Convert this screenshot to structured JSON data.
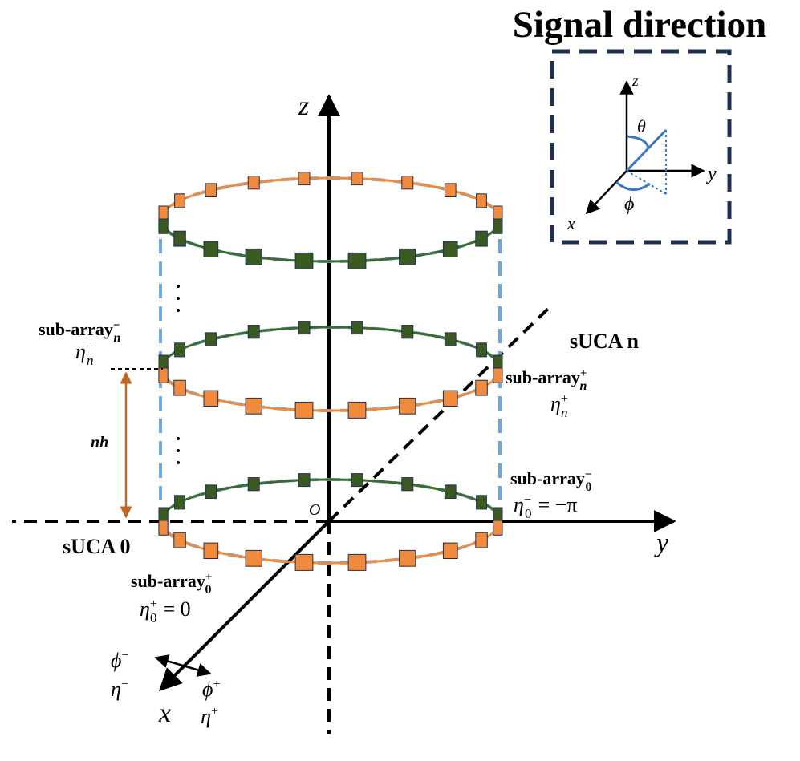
{
  "title": "Signal direction",
  "axes": {
    "x": "x",
    "y": "y",
    "z": "z",
    "origin": "O"
  },
  "inset": {
    "z": "z",
    "y": "y",
    "x": "x",
    "theta": "θ",
    "phi": "ϕ"
  },
  "labels": {
    "suca_n": "sUCA n",
    "suca_0": "sUCA 0",
    "nh": "nh",
    "sub_array": "sub-array",
    "sub_n_minus": {
      "sup": "−",
      "sub": "n"
    },
    "sub_n_plus": {
      "sup": "+",
      "sub": "n"
    },
    "sub_0_minus": {
      "sup": "−",
      "sub": "0"
    },
    "sub_0_plus": {
      "sup": "+",
      "sub": "0"
    },
    "eta": "η",
    "eta_0_minus_value": "= −π",
    "eta_0_plus_value": "= 0",
    "phi": "ϕ",
    "minus": "−",
    "plus": "+",
    "n": "n",
    "zero": "0"
  },
  "colors": {
    "orange_element": "#f08a3c",
    "green_element": "#3a5a22",
    "orange_ring": "#f08a3c",
    "green_ring": "#3d6b2a",
    "blue_dashed": "#6fa8dc",
    "dimension": "#c0651f",
    "inset_border": "#1f2f52",
    "inset_vector": "#3a78c2"
  }
}
